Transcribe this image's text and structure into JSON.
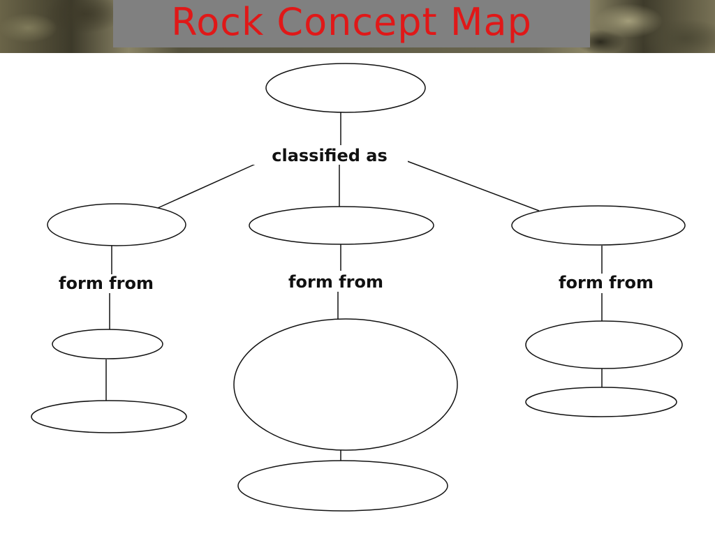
{
  "slide": {
    "title": "Rock Concept Map",
    "title_color": "#e01818",
    "title_box_color": "#808080"
  },
  "concept_map": {
    "link_labels": {
      "classified": "classified as",
      "form_left": "form from",
      "form_middle": "form from",
      "form_right": "form from"
    },
    "nodes_filled": false
  }
}
